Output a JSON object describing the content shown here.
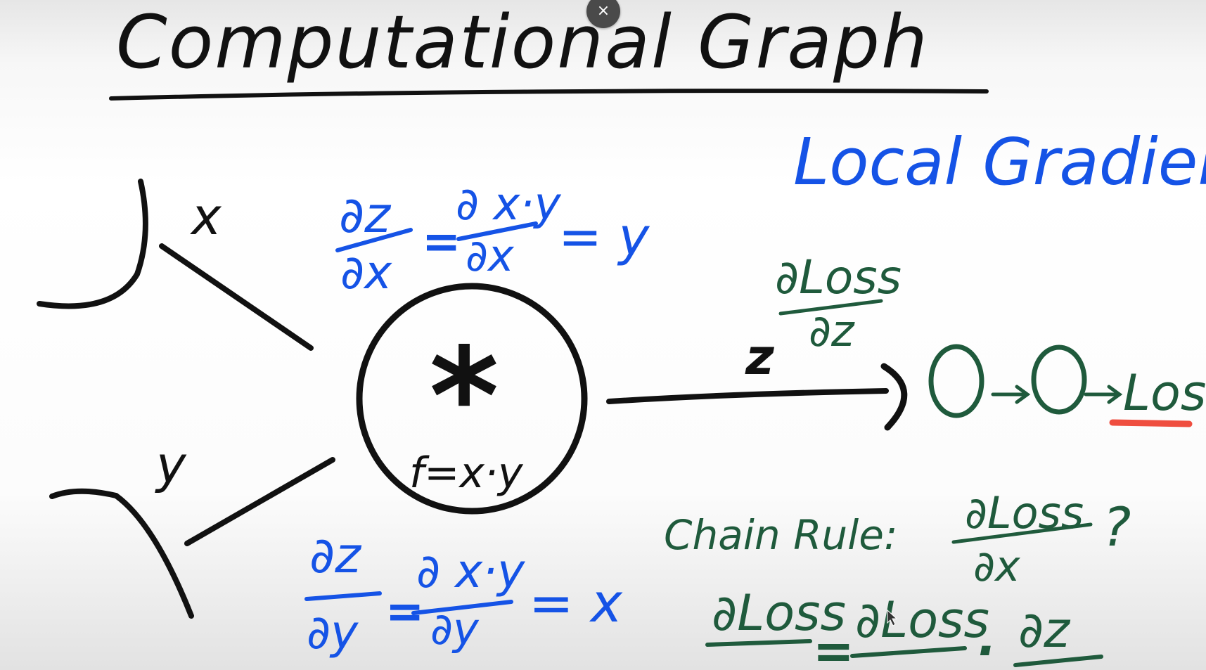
{
  "title": "Computational Graph",
  "local_gradients": "Local Gradients",
  "graph": {
    "input_x": "x",
    "input_y": "y",
    "node_op": "*",
    "node_formula": "f=x·y",
    "output": "z",
    "loss": "Loss"
  },
  "dz_dx": {
    "lhs_num": "∂z",
    "lhs_den": "∂x",
    "eq": "=",
    "mid_num": "∂ x·y",
    "mid_den": "∂x",
    "rhs": "= y"
  },
  "dz_dy": {
    "lhs_num": "∂z",
    "lhs_den": "∂y",
    "eq": "=",
    "mid_num": "∂ x·y",
    "mid_den": "∂y",
    "rhs": "= x"
  },
  "dloss_dz": {
    "num": "∂Loss",
    "den": "∂z"
  },
  "chain_rule": {
    "label": "Chain Rule:",
    "question_num": "∂Loss",
    "question_den": "∂x",
    "question_mark": "?",
    "lhs_num": "∂Loss",
    "eq": "=",
    "rhs1_num": "∂Loss",
    "times": "·",
    "rhs2_num": "∂z"
  },
  "colors": {
    "ink_black": "#111111",
    "ink_blue": "#1553e6",
    "ink_green": "#1f5a3c",
    "underline_red": "#ef4e3f"
  },
  "close_icon": "×"
}
